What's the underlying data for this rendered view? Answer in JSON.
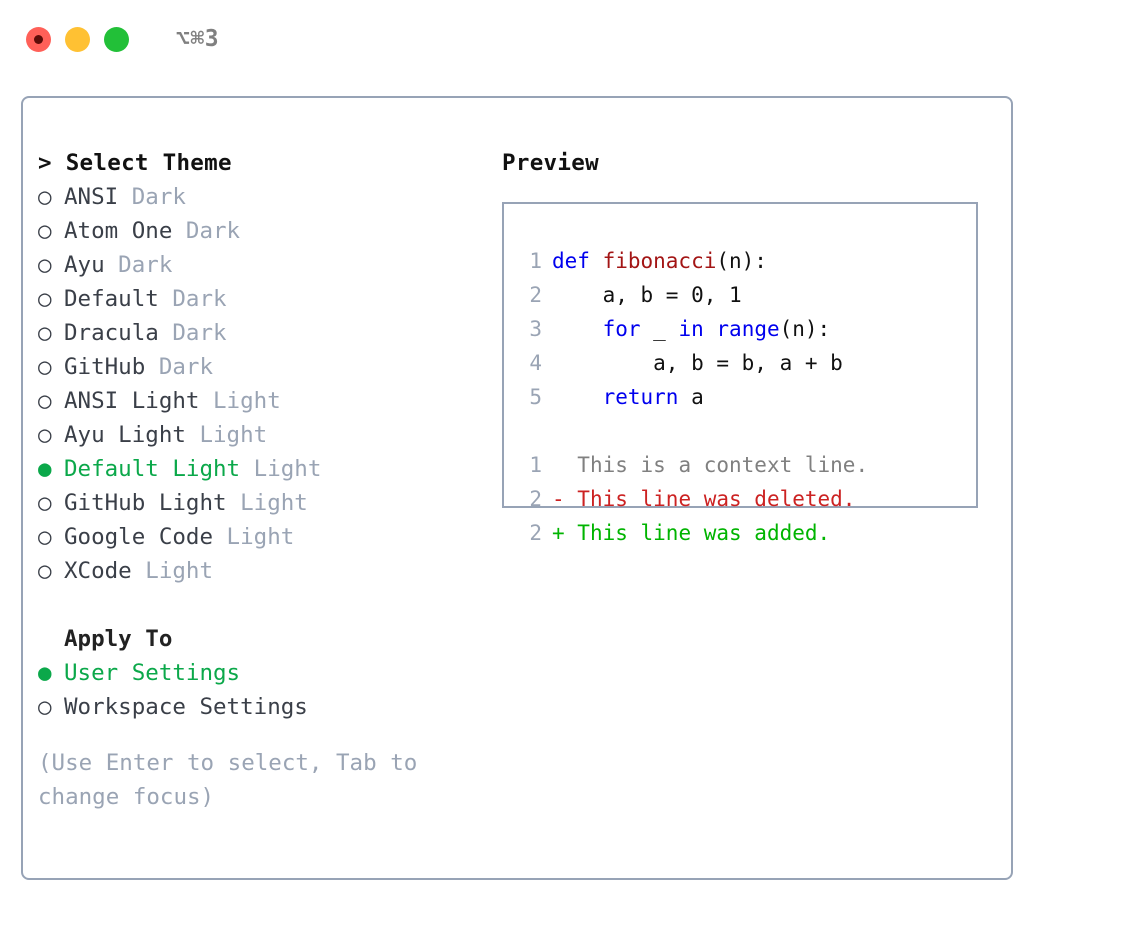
{
  "window": {
    "title": "⌥⌘3",
    "traffic_lights": [
      {
        "name": "close",
        "color": "#ff6058"
      },
      {
        "name": "minimize",
        "color": "#ffc133"
      },
      {
        "name": "maximize",
        "color": "#22c038"
      }
    ]
  },
  "theme_picker": {
    "header": "> Select Theme",
    "bullet_unselected": "○",
    "bullet_selected": "●",
    "selected_color": "#0ba84a",
    "items": [
      {
        "bullet": "○",
        "name": "ANSI",
        "category": "Dark",
        "selected": false
      },
      {
        "bullet": "○",
        "name": "Atom One",
        "category": "Dark",
        "selected": false
      },
      {
        "bullet": "○",
        "name": "Ayu",
        "category": "Dark",
        "selected": false
      },
      {
        "bullet": "○",
        "name": "Default",
        "category": "Dark",
        "selected": false
      },
      {
        "bullet": "○",
        "name": "Dracula",
        "category": "Dark",
        "selected": false
      },
      {
        "bullet": "○",
        "name": "GitHub",
        "category": "Dark",
        "selected": false
      },
      {
        "bullet": "○",
        "name": "ANSI Light",
        "category": "Light",
        "selected": false
      },
      {
        "bullet": "○",
        "name": "Ayu Light",
        "category": "Light",
        "selected": false
      },
      {
        "bullet": "●",
        "name": "Default Light",
        "category": "Light",
        "selected": true
      },
      {
        "bullet": "○",
        "name": "GitHub Light",
        "category": "Light",
        "selected": false
      },
      {
        "bullet": "○",
        "name": "Google Code",
        "category": "Light",
        "selected": false
      },
      {
        "bullet": "○",
        "name": "XCode",
        "category": "Light",
        "selected": false
      }
    ]
  },
  "apply_to": {
    "header": "Apply To",
    "options": [
      {
        "bullet": "●",
        "label": "User Settings",
        "selected": true
      },
      {
        "bullet": "○",
        "label": "Workspace Settings",
        "selected": false
      }
    ]
  },
  "hint": "(Use Enter to select, Tab to change focus)",
  "preview": {
    "title": "Preview",
    "code": [
      {
        "num": "1",
        "tokens": [
          {
            "t": "def ",
            "c": "kw"
          },
          {
            "t": "fibonacci",
            "c": "fn"
          },
          {
            "t": "(n):",
            "c": "pl"
          }
        ]
      },
      {
        "num": "2",
        "tokens": [
          {
            "t": "    a, b = 0, 1",
            "c": "pl"
          }
        ]
      },
      {
        "num": "3",
        "tokens": [
          {
            "t": "    ",
            "c": "pl"
          },
          {
            "t": "for",
            "c": "kw"
          },
          {
            "t": " _ ",
            "c": "pl"
          },
          {
            "t": "in",
            "c": "kw"
          },
          {
            "t": " ",
            "c": "pl"
          },
          {
            "t": "range",
            "c": "kw"
          },
          {
            "t": "(n):",
            "c": "pl"
          }
        ]
      },
      {
        "num": "4",
        "tokens": [
          {
            "t": "        a, b = b, a + b",
            "c": "pl"
          }
        ]
      },
      {
        "num": "5",
        "tokens": [
          {
            "t": "    ",
            "c": "pl"
          },
          {
            "t": "return",
            "c": "kw"
          },
          {
            "t": " a",
            "c": "pl"
          }
        ]
      }
    ],
    "diff": [
      {
        "num": "1",
        "marker": "  ",
        "text": "This is a context line.",
        "kind": "ctx"
      },
      {
        "num": "2",
        "marker": "- ",
        "text": "This line was deleted.",
        "kind": "del"
      },
      {
        "num": "2",
        "marker": "+ ",
        "text": "This line was added.",
        "kind": "add"
      }
    ],
    "colors": {
      "keyword": "#0000ee",
      "function": "#a31515",
      "plain": "#111111",
      "line_number": "#9aa4b4",
      "context": "#808080",
      "deleted": "#cc2222",
      "added": "#00b400",
      "border": "#97a3b6"
    }
  }
}
